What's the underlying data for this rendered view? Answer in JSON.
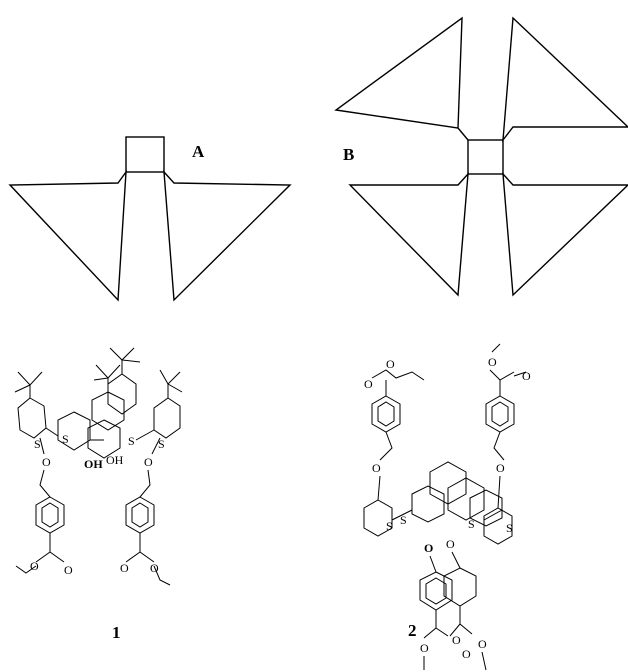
{
  "labels": {
    "scheme_a": "A",
    "scheme_b": "B",
    "compound_1": "1",
    "compound_2": "2"
  },
  "atoms": {
    "sulfur": "S",
    "oxygen": "O",
    "hydroxyl": "OH"
  }
}
